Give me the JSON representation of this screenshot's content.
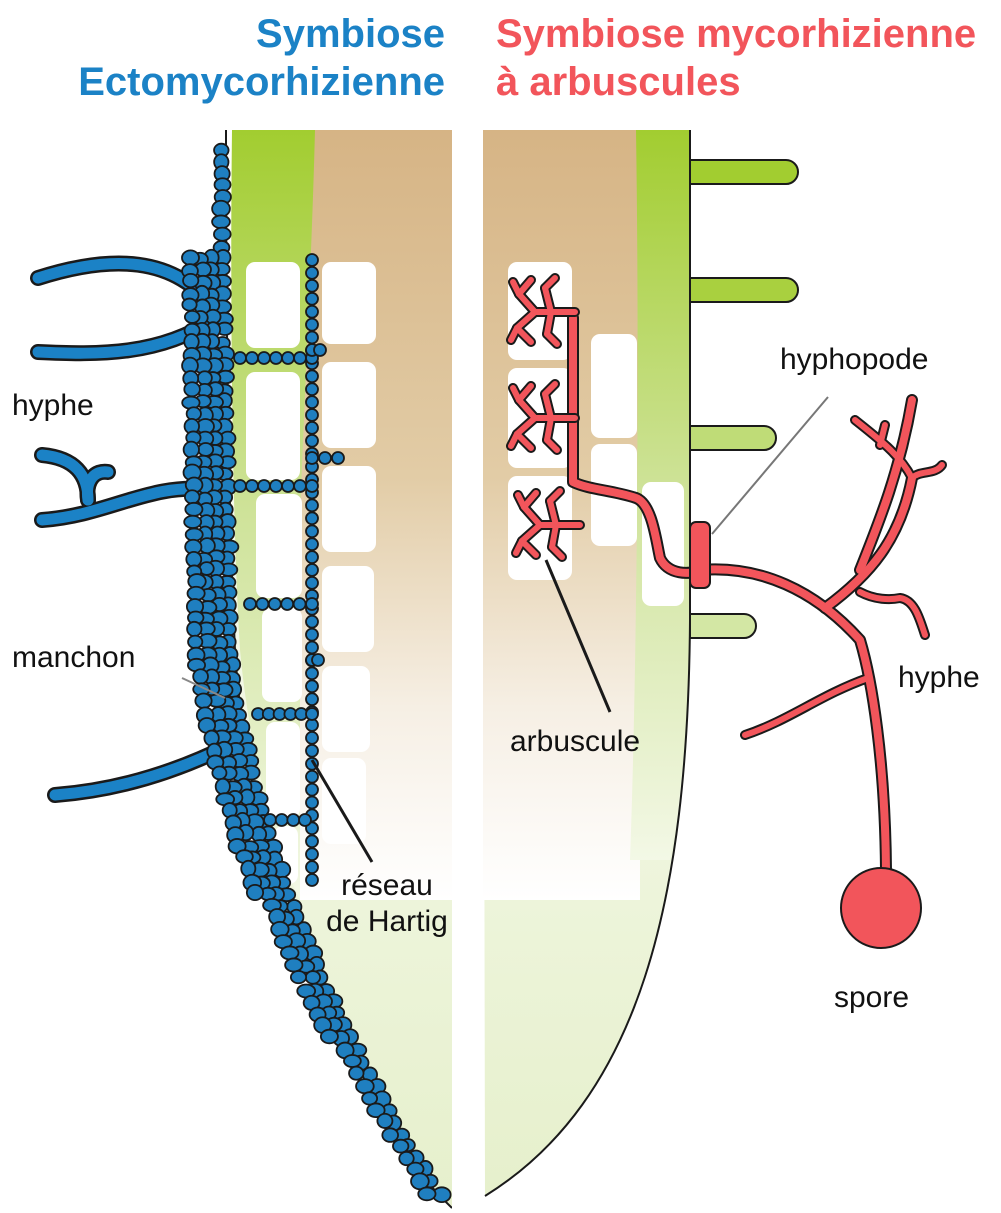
{
  "colors": {
    "ecto": "#1b82c6",
    "ecto_fill": "#1f7fc0",
    "am": "#f2555b",
    "cortex_brown": "#d9bb8e",
    "epidermis_green": "#a6cf39",
    "outline": "#1a1a1a"
  },
  "titles": {
    "left_line1": "Symbiose",
    "left_line2": "Ectomycorhizienne",
    "right_line1": "Symbiose mycorhizienne",
    "right_line2": "à arbuscules"
  },
  "labels": {
    "hyphe_left": "hyphe",
    "manchon": "manchon",
    "hartig_line1": "réseau",
    "hartig_line2": "de Hartig",
    "hyphopode": "hyphopode",
    "arbuscule": "arbuscule",
    "hyphe_right": "hyphe",
    "spore": "spore"
  },
  "icons": [
    "root-cross-section",
    "fungal-hypha",
    "spore"
  ]
}
